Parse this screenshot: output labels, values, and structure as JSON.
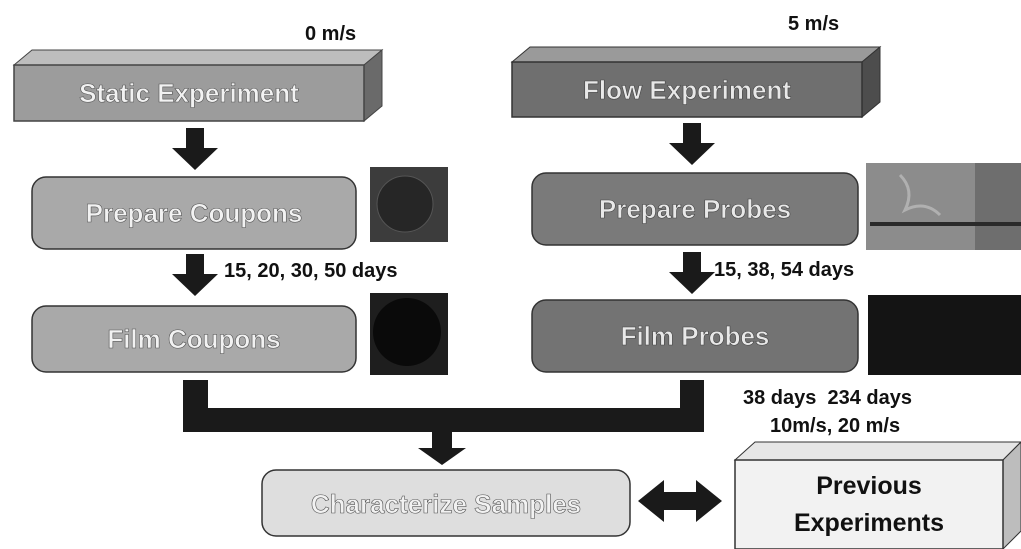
{
  "static": {
    "speed": "0 m/s",
    "title": "Static Experiment",
    "step1": "Prepare Coupons",
    "interval": "15, 20, 30, 50 days",
    "step2": "Film Coupons"
  },
  "flow": {
    "speed": "5 m/s",
    "title": "Flow Experiment",
    "step1": "Prepare Probes",
    "interval": "15, 38, 54 days",
    "step2": "Film Probes"
  },
  "previous_note": {
    "days": "38 days  234 days",
    "speeds": "10m/s, 20 m/s"
  },
  "characterize": "Characterize Samples",
  "previous": {
    "line1": "Previous",
    "line2": "Experiments"
  },
  "colors": {
    "static_box": "#9c9c9c",
    "flow_box": "#6f6f6f",
    "characterize_box": "#dedede",
    "previous_box": "#f2f2f2",
    "arrow": "#1a1a1a"
  }
}
